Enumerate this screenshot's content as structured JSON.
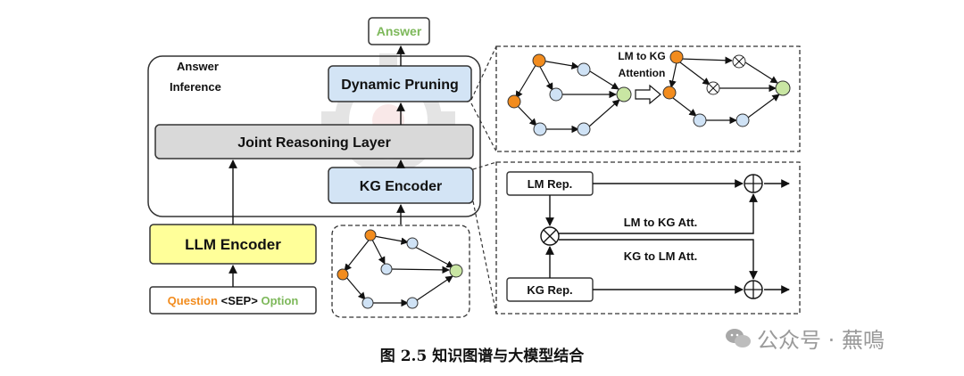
{
  "answer": "Answer",
  "answer_inference": [
    "Answer",
    "Inference"
  ],
  "dynamic_pruning": "Dynamic Pruning",
  "joint_reasoning": "Joint Reasoning Layer",
  "kg_encoder": "KG Encoder",
  "llm_encoder": "LLM Encoder",
  "input": {
    "question": "Question",
    "sep": "<SEP>",
    "option": "Option"
  },
  "attention_label": [
    "LM to KG",
    "Attention"
  ],
  "lm_rep": "LM Rep.",
  "kg_rep": "KG Rep.",
  "lm_to_kg_att": "LM to KG Att.",
  "kg_to_lm_att": "KG to LM Att.",
  "caption": "图 2.5  知识图谱与大模型结合",
  "watermark": "公众号 · 蕪鳴",
  "colors": {
    "answer_green": "#7db85a",
    "question_orange": "#f28c1e",
    "orange_node": "#f28c1e",
    "blue_node": "#cfe2f5",
    "green_node": "#c9e6a3",
    "blue_box": "#d3e4f5",
    "yellow_box": "#ffff99",
    "gray_box": "#d9d9d9"
  }
}
